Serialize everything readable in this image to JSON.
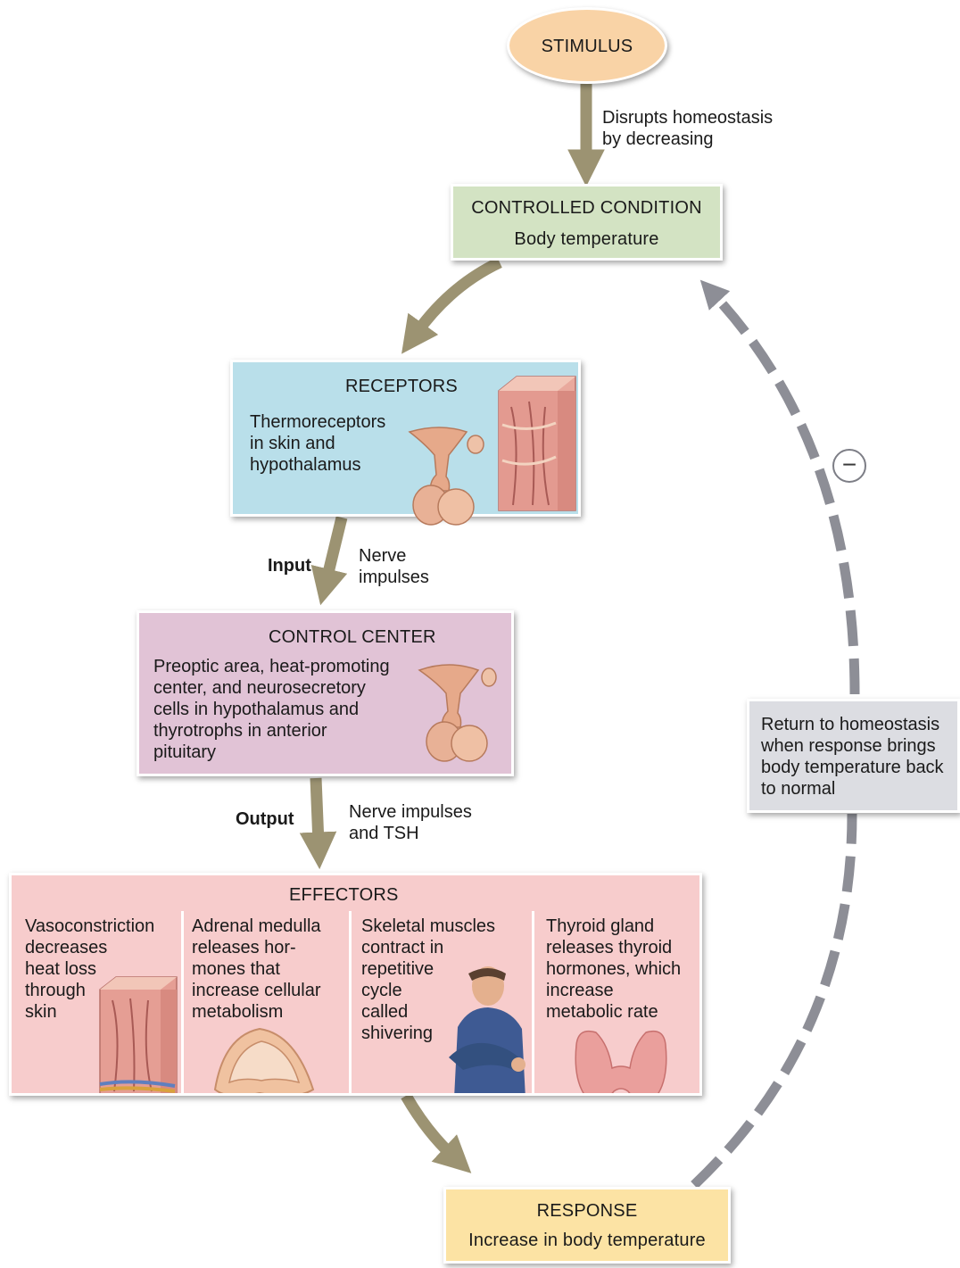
{
  "stimulus": {
    "label": "STIMULUS"
  },
  "stimulus_arrow_text": "Disrupts homeostasis\nby decreasing",
  "controlled_condition": {
    "title": "CONTROLLED CONDITION",
    "subtitle": "Body temperature"
  },
  "receptors": {
    "title": "RECEPTORS",
    "text": "Thermoreceptors\nin skin and\nhypothalamus"
  },
  "input": {
    "label": "Input",
    "text": "Nerve\nimpulses"
  },
  "control_center": {
    "title": "CONTROL CENTER",
    "text": "Preoptic area, heat-promoting\ncenter, and neurosecretory\ncells in hypothalamus and\nthyrotrophs in anterior\npituitary"
  },
  "output": {
    "label": "Output",
    "text": "Nerve impulses\nand TSH"
  },
  "effectors": {
    "title": "EFFECTORS",
    "items": [
      {
        "text": "Vasoconstriction\ndecreases\nheat loss\nthrough\nskin"
      },
      {
        "text": "Adrenal medulla\nreleases hor-\nmones that\nincrease cellular\nmetabolism"
      },
      {
        "text": "Skeletal muscles\ncontract in\nrepetitive\ncycle\ncalled\nshivering"
      },
      {
        "text": "Thyroid gland\nreleases thyroid\nhormones, which\nincrease\nmetabolic rate"
      }
    ]
  },
  "response": {
    "title": "RESPONSE",
    "subtitle": "Increase in body temperature"
  },
  "return_note": {
    "text": "Return to homeostasis\nwhen response brings\nbody temperature back\nto normal"
  },
  "feedback_sign": {
    "symbol": "−"
  },
  "colors": {
    "stimulus_fill": "#f9d3a6",
    "controlled_fill": "#d3e3c3",
    "receptors_fill": "#b9dfea",
    "control_center_fill": "#e1c3d6",
    "effectors_fill": "#f7cccc",
    "response_fill": "#fce3a4",
    "note_fill": "#dcdde2",
    "arrow": "#9c9372",
    "feedback_dashes": "#8d8e96"
  }
}
